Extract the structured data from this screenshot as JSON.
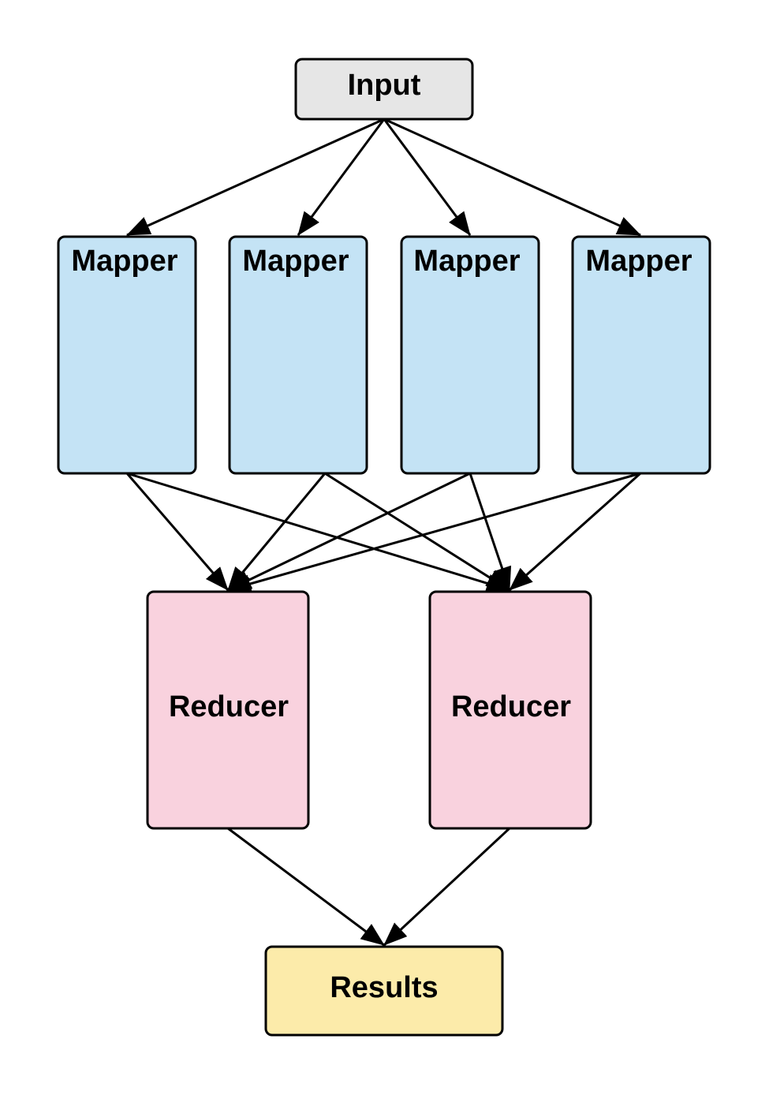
{
  "nodes": {
    "input": {
      "label": "Input",
      "color": "#e6e6e6"
    },
    "mappers": [
      {
        "label": "Mapper",
        "color": "#c4e3f5"
      },
      {
        "label": "Mapper",
        "color": "#c4e3f5"
      },
      {
        "label": "Mapper",
        "color": "#c4e3f5"
      },
      {
        "label": "Mapper",
        "color": "#c4e3f5"
      }
    ],
    "reducers": [
      {
        "label": "Reducer",
        "color": "#f9d2de"
      },
      {
        "label": "Reducer",
        "color": "#f9d2de"
      }
    ],
    "results": {
      "label": "Results",
      "color": "#fcebaa"
    }
  },
  "edges": [
    {
      "from": "input",
      "to": "mapper-1"
    },
    {
      "from": "input",
      "to": "mapper-2"
    },
    {
      "from": "input",
      "to": "mapper-3"
    },
    {
      "from": "input",
      "to": "mapper-4"
    },
    {
      "from": "mapper-1",
      "to": "reducer-1"
    },
    {
      "from": "mapper-1",
      "to": "reducer-2"
    },
    {
      "from": "mapper-2",
      "to": "reducer-1"
    },
    {
      "from": "mapper-2",
      "to": "reducer-2"
    },
    {
      "from": "mapper-3",
      "to": "reducer-1"
    },
    {
      "from": "mapper-3",
      "to": "reducer-2"
    },
    {
      "from": "mapper-4",
      "to": "reducer-1"
    },
    {
      "from": "mapper-4",
      "to": "reducer-2"
    },
    {
      "from": "reducer-1",
      "to": "results"
    },
    {
      "from": "reducer-2",
      "to": "results"
    }
  ]
}
